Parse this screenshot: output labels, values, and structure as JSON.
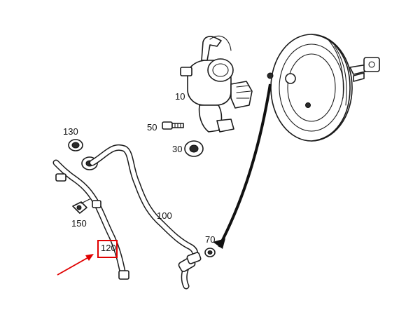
{
  "callouts": [
    {
      "id": "10",
      "text": "10"
    },
    {
      "id": "30",
      "text": "30"
    },
    {
      "id": "50",
      "text": "50"
    },
    {
      "id": "70",
      "text": "70"
    },
    {
      "id": "100",
      "text": "100"
    },
    {
      "id": "120",
      "text": "120"
    },
    {
      "id": "130",
      "text": "130"
    },
    {
      "id": "150",
      "text": "150"
    }
  ],
  "highlight": {
    "part": "120",
    "box_color": "#e00000",
    "arrow_color": "#e00000"
  },
  "line_color": "#1a1a1a"
}
